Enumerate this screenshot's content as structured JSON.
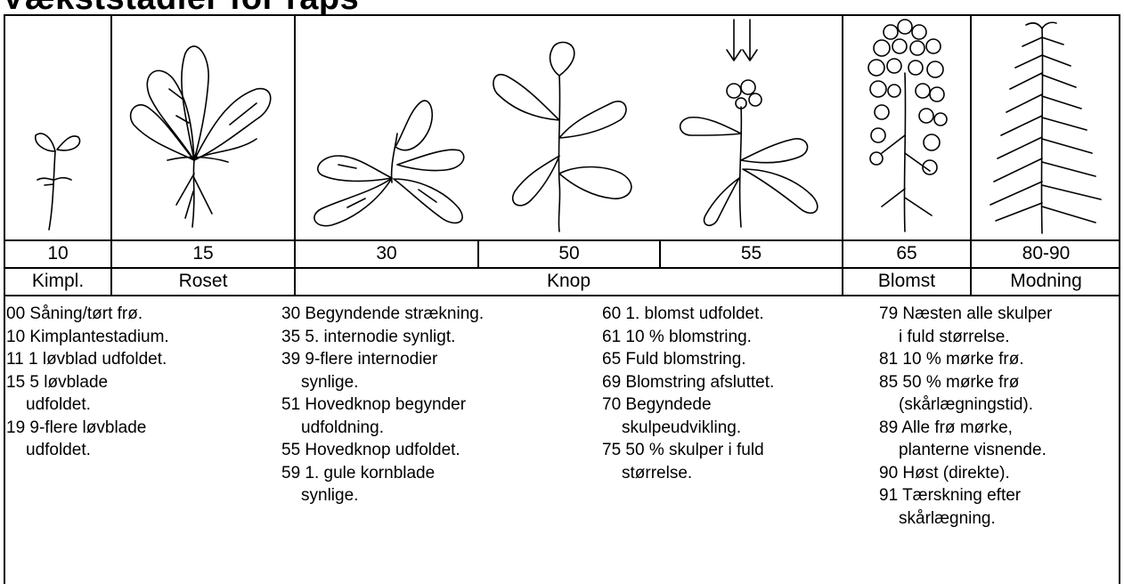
{
  "heading": "Vækststadier for raps",
  "stage_codes": [
    "10",
    "15",
    "30",
    "50",
    "55",
    "65",
    "80-90"
  ],
  "stage_groups": [
    "Kimpl.",
    "Roset",
    "Knop",
    "Blomst",
    "Modning"
  ],
  "columns": [
    {
      "items": [
        {
          "line": "00 Såning/tørt frø.",
          "cont": []
        },
        {
          "line": "10 Kimplantestadium.",
          "cont": []
        },
        {
          "line": "11 1 løvblad udfoldet.",
          "cont": []
        },
        {
          "line": "15 5 løvblade",
          "cont": [
            "udfoldet."
          ]
        },
        {
          "line": "19 9-flere løvblade",
          "cont": [
            "udfoldet."
          ]
        }
      ]
    },
    {
      "items": [
        {
          "line": "30 Begyndende strækning.",
          "cont": []
        },
        {
          "line": "35 5. internodie synligt.",
          "cont": []
        },
        {
          "line": "39 9-flere internodier",
          "cont": [
            "synlige."
          ]
        },
        {
          "line": "51 Hovedknop begynder",
          "cont": [
            "udfoldning."
          ]
        },
        {
          "line": "55 Hovedknop udfoldet.",
          "cont": []
        },
        {
          "line": "59 1. gule kornblade",
          "cont": [
            "synlige."
          ]
        }
      ]
    },
    {
      "items": [
        {
          "line": "60 1. blomst udfoldet.",
          "cont": []
        },
        {
          "line": "61 10 % blomstring.",
          "cont": []
        },
        {
          "line": "65 Fuld blomstring.",
          "cont": []
        },
        {
          "line": "69 Blomstring afsluttet.",
          "cont": []
        },
        {
          "line": "70 Begyndede",
          "cont": [
            "skulpeudvikling."
          ]
        },
        {
          "line": "75 50 % skulper i fuld",
          "cont": [
            "størrelse."
          ]
        }
      ]
    },
    {
      "items": [
        {
          "line": "79 Næsten alle skulper",
          "cont": [
            "i fuld størrelse."
          ]
        },
        {
          "line": "81 10 % mørke frø.",
          "cont": []
        },
        {
          "line": "85 50 % mørke frø",
          "cont": [
            "(skårlægningstid)."
          ]
        },
        {
          "line": "89 Alle frø mørke,",
          "cont": [
            "planterne visnende."
          ]
        },
        {
          "line": "90 Høst (direkte).",
          "cont": []
        },
        {
          "line": "91 Tærskning efter",
          "cont": [
            "skårlægning."
          ]
        }
      ]
    }
  ],
  "icons": [
    "seedling-icon",
    "rosette-plant-icon",
    "elongating-plant-icon",
    "bud-plant-icon",
    "visible-bud-plant-icon",
    "flowering-plant-icon",
    "ripening-plant-icon",
    "double-arrow-icon"
  ]
}
